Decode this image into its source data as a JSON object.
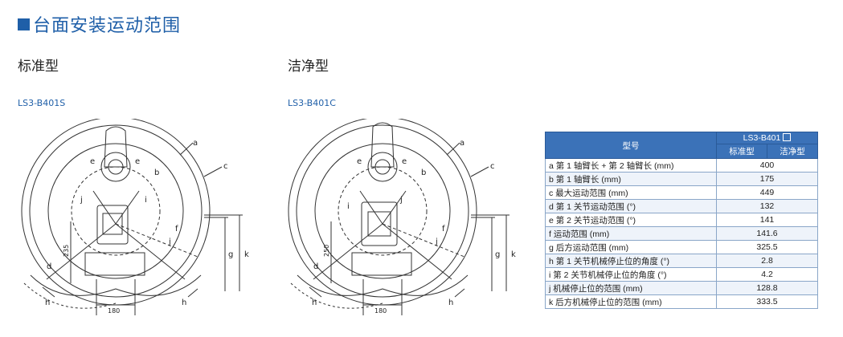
{
  "title": "台面安装运动范围",
  "standard": {
    "heading": "标准型",
    "model": "LS3-B401S",
    "dim_height": "235",
    "dim_width": "180"
  },
  "clean": {
    "heading": "洁净型",
    "model": "LS3-B401C",
    "dim_height": "250",
    "dim_width": "180"
  },
  "labels": {
    "a": "a",
    "b": "b",
    "c": "c",
    "d": "d",
    "e": "e",
    "f": "f",
    "g": "g",
    "h": "h",
    "i": "i",
    "j": "j",
    "k": "k"
  },
  "table": {
    "header_model": "型号",
    "header_series": "LS3-B401",
    "header_standard": "标准型",
    "header_clean": "洁净型",
    "rows": [
      {
        "label": "a  第 1 轴臂长 + 第 2 轴臂长 (mm)",
        "value": "400"
      },
      {
        "label": "b  第 1 轴臂长 (mm)",
        "value": "175"
      },
      {
        "label": "c  最大运动范围 (mm)",
        "value": "449"
      },
      {
        "label": "d  第 1 关节运动范围 (°)",
        "value": "132"
      },
      {
        "label": "e  第 2 关节运动范围 (°)",
        "value": "141"
      },
      {
        "label": "f  运动范围 (mm)",
        "value": "141.6"
      },
      {
        "label": "g  后方运动范围 (mm)",
        "value": "325.5"
      },
      {
        "label": "h  第 1 关节机械停止位的角度 (°)",
        "value": "2.8"
      },
      {
        "label": "i  第 2 关节机械停止位的角度 (°)",
        "value": "4.2"
      },
      {
        "label": "j  机械停止位的范围 (mm)",
        "value": "128.8"
      },
      {
        "label": "k  后方机械停止位的范围 (mm)",
        "value": "333.5"
      }
    ]
  }
}
